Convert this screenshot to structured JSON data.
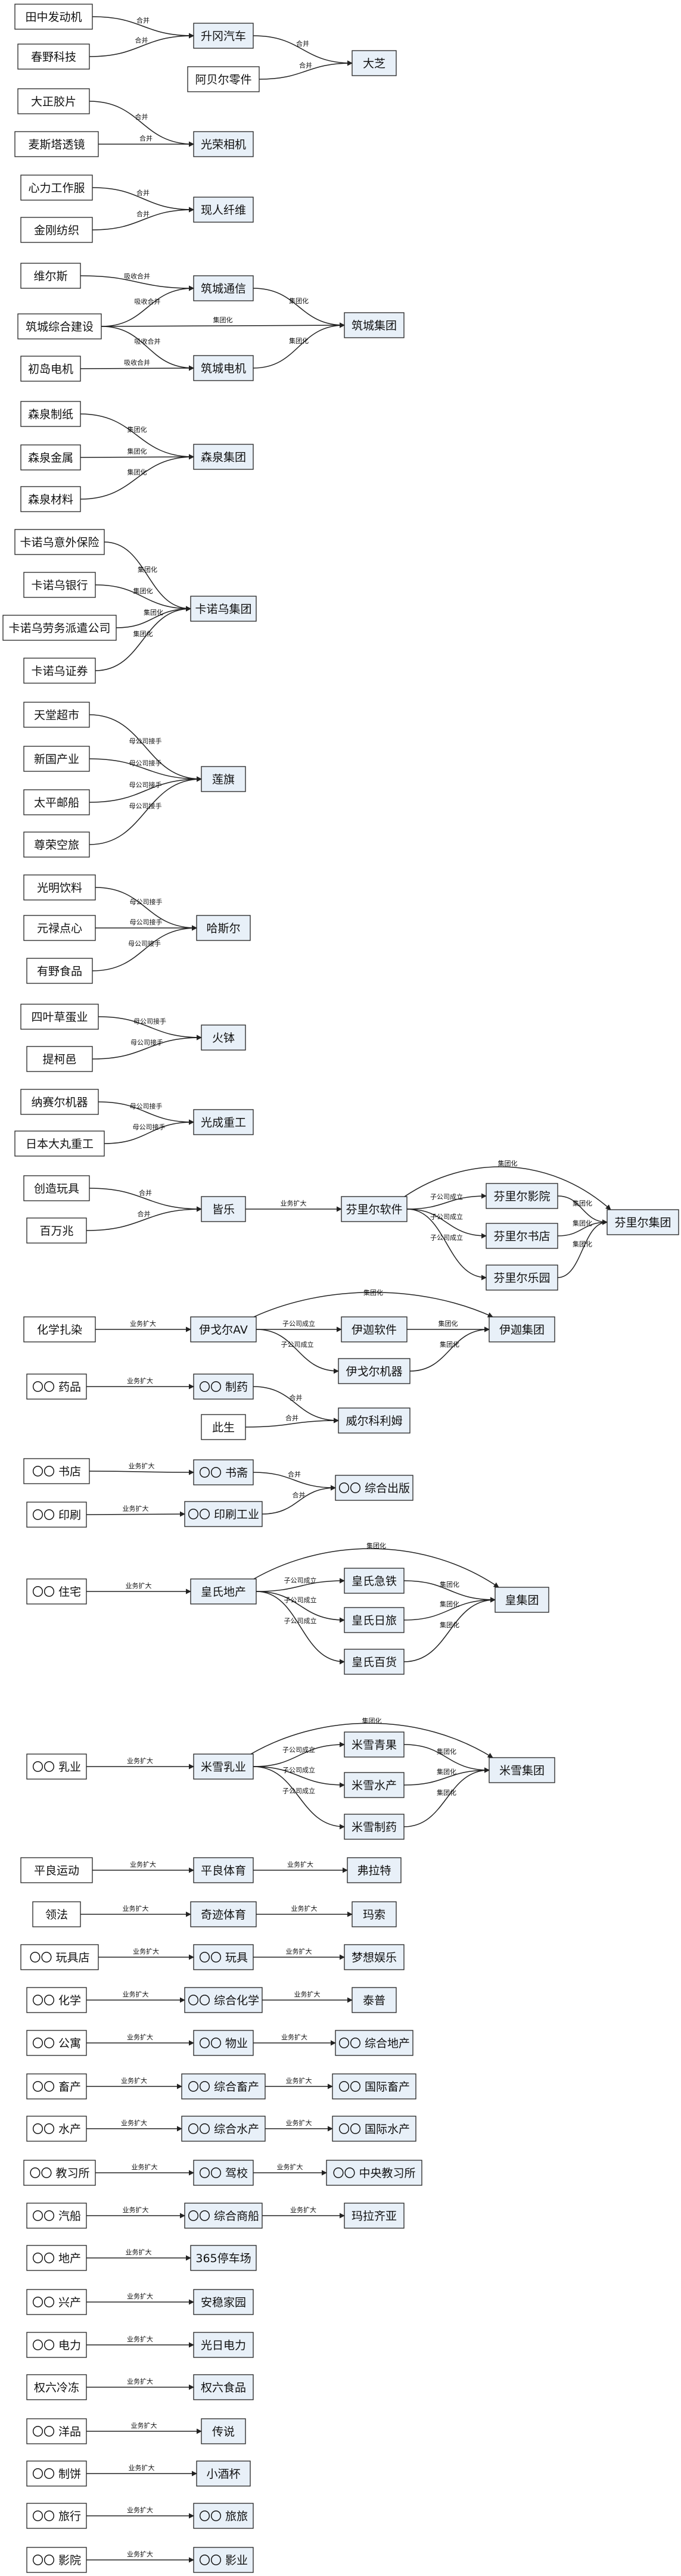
{
  "colors": {
    "result_fill": "#e8f0f8",
    "source_fill": "#ffffff",
    "stroke": "#222222"
  },
  "labels": {
    "merge": "合并",
    "absorb": "吸收合并",
    "group": "集团化",
    "subsidiary": "子公司成立",
    "parent_acq": "母公司接手",
    "expand": "业务扩大"
  },
  "nodes": [
    {
      "id": "tanaka",
      "label": "田中发动机"
    },
    {
      "id": "haruno",
      "label": "春野科技"
    },
    {
      "id": "shoryu",
      "label": "升冈汽车",
      "result": true
    },
    {
      "id": "aberu",
      "label": "阿贝尔零件"
    },
    {
      "id": "daishiba",
      "label": "大芝",
      "result": true
    },
    {
      "id": "taisho",
      "label": "大正胶片"
    },
    {
      "id": "mace",
      "label": "麦斯塔透镜"
    },
    {
      "id": "koei",
      "label": "光荣相机",
      "result": true
    },
    {
      "id": "shinriki",
      "label": "心力工作服"
    },
    {
      "id": "kongo",
      "label": "金刚纺织"
    },
    {
      "id": "genjin",
      "label": "现人纤维",
      "result": true
    },
    {
      "id": "wells",
      "label": "维尔斯"
    },
    {
      "id": "tsukijo_c",
      "label": "筑城综合建设"
    },
    {
      "id": "hatsuma",
      "label": "初岛电机"
    },
    {
      "id": "tsukijo_t",
      "label": "筑城通信",
      "result": true
    },
    {
      "id": "tsukijo_d",
      "label": "筑城电机",
      "result": true
    },
    {
      "id": "tsukijo_g",
      "label": "筑城集团",
      "result": true
    },
    {
      "id": "mori_p",
      "label": "森泉制纸"
    },
    {
      "id": "mori_m",
      "label": "森泉金属"
    },
    {
      "id": "mori_z",
      "label": "森泉材料"
    },
    {
      "id": "mori_g",
      "label": "森泉集团",
      "result": true
    },
    {
      "id": "kanou_i",
      "label": "卡诺乌意外保险"
    },
    {
      "id": "kanou_b",
      "label": "卡诺乌银行"
    },
    {
      "id": "kanou_h",
      "label": "卡诺乌劳务派遣公司"
    },
    {
      "id": "kanou_s",
      "label": "卡诺乌证券"
    },
    {
      "id": "kanou_g",
      "label": "卡诺乌集团",
      "result": true
    },
    {
      "id": "tendo",
      "label": "天堂超市"
    },
    {
      "id": "shinkoku",
      "label": "新国产业"
    },
    {
      "id": "taihei",
      "label": "太平邮船"
    },
    {
      "id": "sonei",
      "label": "尊荣空旅"
    },
    {
      "id": "rengi",
      "label": "莲旗",
      "result": true
    },
    {
      "id": "komei",
      "label": "光明饮料"
    },
    {
      "id": "genroku",
      "label": "元禄点心"
    },
    {
      "id": "arino",
      "label": "有野食品"
    },
    {
      "id": "hasel",
      "label": "哈斯尔",
      "result": true
    },
    {
      "id": "yotsuba",
      "label": "四叶草蛋业"
    },
    {
      "id": "teiri",
      "label": "提柯邑"
    },
    {
      "id": "hibachi",
      "label": "火钵",
      "result": true
    },
    {
      "id": "nasel",
      "label": "纳赛尔机器"
    },
    {
      "id": "nippon",
      "label": "日本大丸重工"
    },
    {
      "id": "kosei",
      "label": "光成重工",
      "result": true
    },
    {
      "id": "sozo",
      "label": "创造玩具"
    },
    {
      "id": "hyakuman",
      "label": "百万兆"
    },
    {
      "id": "kairaku",
      "label": "皆乐",
      "result": true
    },
    {
      "id": "finl_soft",
      "label": "芬里尔软件",
      "result": true
    },
    {
      "id": "finl_eiga",
      "label": "芬里尔影院",
      "result": true
    },
    {
      "id": "finl_book",
      "label": "芬里尔书店",
      "result": true
    },
    {
      "id": "finl_park",
      "label": "芬里尔乐园",
      "result": true
    },
    {
      "id": "finl_g",
      "label": "芬里尔集团",
      "result": true
    },
    {
      "id": "kagaku",
      "label": "化学扎染"
    },
    {
      "id": "igor_av",
      "label": "伊戈尔AV",
      "result": true
    },
    {
      "id": "ijiro_soft",
      "label": "伊迦软件",
      "result": true
    },
    {
      "id": "igor_machine",
      "label": "伊戈尔机器",
      "result": true
    },
    {
      "id": "ijiro_g",
      "label": "伊迦集团",
      "result": true
    },
    {
      "id": "oo_drug",
      "label": "〇〇 药品"
    },
    {
      "id": "oo_seiyaku",
      "label": "〇〇 制药",
      "result": true
    },
    {
      "id": "kono",
      "label": "此生"
    },
    {
      "id": "welkorim",
      "label": "威尔科利姆",
      "result": true
    },
    {
      "id": "oo_shoten",
      "label": "〇〇 书店"
    },
    {
      "id": "oo_insatsu",
      "label": "〇〇 印刷"
    },
    {
      "id": "oo_shobo",
      "label": "〇〇 书斋",
      "result": true
    },
    {
      "id": "oo_insatsu_k",
      "label": "〇〇 印刷工业",
      "result": true
    },
    {
      "id": "oo_pub",
      "label": "〇〇 综合出版",
      "result": true
    },
    {
      "id": "oo_jutaku",
      "label": "〇〇 住宅"
    },
    {
      "id": "ou_land",
      "label": "皇氏地产",
      "result": true
    },
    {
      "id": "ou_rail",
      "label": "皇氏急铁",
      "result": true
    },
    {
      "id": "ou_travel",
      "label": "皇氏日旅",
      "result": true
    },
    {
      "id": "ou_dept",
      "label": "皇氏百货",
      "result": true
    },
    {
      "id": "ou_g",
      "label": "皇集团",
      "result": true
    },
    {
      "id": "oo_milk",
      "label": "〇〇 乳业"
    },
    {
      "id": "mx_milk",
      "label": "米雪乳业",
      "result": true
    },
    {
      "id": "mx_green",
      "label": "米雪青果",
      "result": true
    },
    {
      "id": "mx_water",
      "label": "米雪水产",
      "result": true
    },
    {
      "id": "mx_pharma",
      "label": "米雪制药",
      "result": true
    },
    {
      "id": "mx_g",
      "label": "米雪集团",
      "result": true
    },
    {
      "id": "hirayoshi",
      "label": "平良运动"
    },
    {
      "id": "hira_sports",
      "label": "平良体育",
      "result": true
    },
    {
      "id": "fratt",
      "label": "弗拉特",
      "result": true
    },
    {
      "id": "ryoho",
      "label": "领法"
    },
    {
      "id": "kiseki",
      "label": "奇迹体育",
      "result": true
    },
    {
      "id": "masu",
      "label": "玛索",
      "result": true
    },
    {
      "id": "oo_toy",
      "label": "〇〇 玩具店"
    },
    {
      "id": "oo_toy2",
      "label": "〇〇 玩具",
      "result": true
    },
    {
      "id": "dream",
      "label": "梦想娱乐",
      "result": true
    },
    {
      "id": "oo_chem",
      "label": "〇〇 化学"
    },
    {
      "id": "oo_chem2",
      "label": "〇〇 综合化学",
      "result": true
    },
    {
      "id": "taipu",
      "label": "泰普",
      "result": true
    },
    {
      "id": "oo_apt",
      "label": "〇〇 公寓"
    },
    {
      "id": "oo_prop",
      "label": "〇〇 物业",
      "result": true
    },
    {
      "id": "oo_realty",
      "label": "〇〇 综合地产",
      "result": true
    },
    {
      "id": "oo_livestock",
      "label": "〇〇 畜产"
    },
    {
      "id": "oo_livestock2",
      "label": "〇〇 综合畜产",
      "result": true
    },
    {
      "id": "oo_livestock3",
      "label": "〇〇 国际畜产",
      "result": true
    },
    {
      "id": "oo_aqua",
      "label": "〇〇 水产"
    },
    {
      "id": "oo_aqua2",
      "label": "〇〇 综合水产",
      "result": true
    },
    {
      "id": "oo_aqua3",
      "label": "〇〇 国际水产",
      "result": true
    },
    {
      "id": "oo_drv",
      "label": "〇〇 教习所"
    },
    {
      "id": "oo_drv2",
      "label": "〇〇 驾校",
      "result": true
    },
    {
      "id": "oo_drv3",
      "label": "〇〇 中央教习所",
      "result": true
    },
    {
      "id": "oo_ship",
      "label": "〇〇 汽船"
    },
    {
      "id": "oo_trade",
      "label": "〇〇 综合商船",
      "result": true
    },
    {
      "id": "marco",
      "label": "玛拉齐亚",
      "result": true
    },
    {
      "id": "oo_land",
      "label": "〇〇 地产"
    },
    {
      "id": "p365",
      "label": "365停车场",
      "result": true
    },
    {
      "id": "oo_kosan",
      "label": "〇〇 兴产"
    },
    {
      "id": "anshin",
      "label": "安稳家园",
      "result": true
    },
    {
      "id": "oo_power",
      "label": "〇〇 电力"
    },
    {
      "id": "konichi",
      "label": "光日电力",
      "result": true
    },
    {
      "id": "gonroku",
      "label": "权六冷冻"
    },
    {
      "id": "gonroku2",
      "label": "权六食品",
      "result": true
    },
    {
      "id": "oo_wagashi",
      "label": "〇〇 洋品"
    },
    {
      "id": "densetsu",
      "label": "传说",
      "result": true
    },
    {
      "id": "oo_bread",
      "label": "〇〇 制饼"
    },
    {
      "id": "kosake",
      "label": "小酒杯",
      "result": true
    },
    {
      "id": "oo_tour",
      "label": "〇〇 旅行"
    },
    {
      "id": "oo_tour2",
      "label": "〇〇 旅旅",
      "result": true
    },
    {
      "id": "oo_cinema",
      "label": "〇〇 影院"
    },
    {
      "id": "oo_cinema2",
      "label": "〇〇 影业",
      "result": true
    }
  ],
  "edges": [
    {
      "from": "tanaka",
      "to": "shoryu",
      "label": "合并"
    },
    {
      "from": "haruno",
      "to": "shoryu",
      "label": "合并"
    },
    {
      "from": "shoryu",
      "to": "daishiba",
      "label": "合并"
    },
    {
      "from": "aberu",
      "to": "daishiba",
      "label": "合并"
    },
    {
      "from": "taisho",
      "to": "koei",
      "label": "合并"
    },
    {
      "from": "mace",
      "to": "koei",
      "label": "合并"
    },
    {
      "from": "shinriki",
      "to": "genjin",
      "label": "合并"
    },
    {
      "from": "kongo",
      "to": "genjin",
      "label": "合并"
    },
    {
      "from": "wells",
      "to": "tsukijo_t",
      "label": "吸收合并"
    },
    {
      "from": "tsukijo_c",
      "to": "tsukijo_t",
      "label": "吸收合并"
    },
    {
      "from": "tsukijo_c",
      "to": "tsukijo_g",
      "label": "集团化"
    },
    {
      "from": "tsukijo_c",
      "to": "tsukijo_d",
      "label": "吸收合并"
    },
    {
      "from": "hatsuma",
      "to": "tsukijo_d",
      "label": "吸收合并"
    },
    {
      "from": "tsukijo_t",
      "to": "tsukijo_g",
      "label": "集团化"
    },
    {
      "from": "tsukijo_d",
      "to": "tsukijo_g",
      "label": "集团化"
    },
    {
      "from": "mori_p",
      "to": "mori_g",
      "label": "集团化"
    },
    {
      "from": "mori_m",
      "to": "mori_g",
      "label": "集团化"
    },
    {
      "from": "mori_z",
      "to": "mori_g",
      "label": "集团化"
    },
    {
      "from": "kanou_i",
      "to": "kanou_g",
      "label": "集团化"
    },
    {
      "from": "kanou_b",
      "to": "kanou_g",
      "label": "集团化"
    },
    {
      "from": "kanou_h",
      "to": "kanou_g",
      "label": "集团化"
    },
    {
      "from": "kanou_s",
      "to": "kanou_g",
      "label": "集团化"
    },
    {
      "from": "tendo",
      "to": "rengi",
      "label": "母公司接手"
    },
    {
      "from": "shinkoku",
      "to": "rengi",
      "label": "母公司接手"
    },
    {
      "from": "taihei",
      "to": "rengi",
      "label": "母公司接手"
    },
    {
      "from": "sonei",
      "to": "rengi",
      "label": "母公司接手"
    },
    {
      "from": "komei",
      "to": "hasel",
      "label": "母公司接手"
    },
    {
      "from": "genroku",
      "to": "hasel",
      "label": "母公司接手"
    },
    {
      "from": "arino",
      "to": "hasel",
      "label": "母公司接手"
    },
    {
      "from": "yotsuba",
      "to": "hibachi",
      "label": "母公司接手"
    },
    {
      "from": "teiri",
      "to": "hibachi",
      "label": "母公司接手"
    },
    {
      "from": "nasel",
      "to": "kosei",
      "label": "母公司接手"
    },
    {
      "from": "nippon",
      "to": "kosei",
      "label": "母公司接手"
    },
    {
      "from": "sozo",
      "to": "kairaku",
      "label": "合并"
    },
    {
      "from": "hyakuman",
      "to": "kairaku",
      "label": "合并"
    },
    {
      "from": "kairaku",
      "to": "finl_soft",
      "label": "业务扩大"
    },
    {
      "from": "finl_soft",
      "to": "finl_eiga",
      "label": "子公司成立"
    },
    {
      "from": "finl_soft",
      "to": "finl_book",
      "label": "子公司成立"
    },
    {
      "from": "finl_soft",
      "to": "finl_park",
      "label": "子公司成立"
    },
    {
      "from": "finl_soft",
      "to": "finl_g",
      "label": "集团化",
      "arc": -70
    },
    {
      "from": "finl_eiga",
      "to": "finl_g",
      "label": "集团化"
    },
    {
      "from": "finl_book",
      "to": "finl_g",
      "label": "集团化"
    },
    {
      "from": "finl_park",
      "to": "finl_g",
      "label": "集团化"
    },
    {
      "from": "kagaku",
      "to": "igor_av",
      "label": "业务扩大"
    },
    {
      "from": "igor_av",
      "to": "ijiro_soft",
      "label": "子公司成立"
    },
    {
      "from": "igor_av",
      "to": "igor_machine",
      "label": "子公司成立"
    },
    {
      "from": "igor_av",
      "to": "ijiro_g",
      "label": "集团化",
      "arc": -55
    },
    {
      "from": "ijiro_soft",
      "to": "ijiro_g",
      "label": "集团化"
    },
    {
      "from": "igor_machine",
      "to": "ijiro_g",
      "label": "集团化"
    },
    {
      "from": "oo_drug",
      "to": "oo_seiyaku",
      "label": "业务扩大"
    },
    {
      "from": "oo_seiyaku",
      "to": "welkorim",
      "label": "合并"
    },
    {
      "from": "kono",
      "to": "welkorim",
      "label": "合并"
    },
    {
      "from": "oo_shoten",
      "to": "oo_shobo",
      "label": "业务扩大"
    },
    {
      "from": "oo_insatsu",
      "to": "oo_insatsu_k",
      "label": "业务扩大"
    },
    {
      "from": "oo_shobo",
      "to": "oo_pub",
      "label": "合并"
    },
    {
      "from": "oo_insatsu_k",
      "to": "oo_pub",
      "label": "合并"
    },
    {
      "from": "oo_jutaku",
      "to": "ou_land",
      "label": "业务扩大"
    },
    {
      "from": "ou_land",
      "to": "ou_rail",
      "label": "子公司成立"
    },
    {
      "from": "ou_land",
      "to": "ou_travel",
      "label": "子公司成立"
    },
    {
      "from": "ou_land",
      "to": "ou_dept",
      "label": "子公司成立"
    },
    {
      "from": "ou_land",
      "to": "ou_g",
      "label": "集团化",
      "arc": -70
    },
    {
      "from": "ou_rail",
      "to": "ou_g",
      "label": "集团化"
    },
    {
      "from": "ou_travel",
      "to": "ou_g",
      "label": "集团化"
    },
    {
      "from": "ou_dept",
      "to": "ou_g",
      "label": "集团化"
    },
    {
      "from": "oo_milk",
      "to": "mx_milk",
      "label": "业务扩大"
    },
    {
      "from": "mx_milk",
      "to": "mx_green",
      "label": "子公司成立"
    },
    {
      "from": "mx_milk",
      "to": "mx_water",
      "label": "子公司成立"
    },
    {
      "from": "mx_milk",
      "to": "mx_pharma",
      "label": "子公司成立"
    },
    {
      "from": "mx_milk",
      "to": "mx_g",
      "label": "集团化",
      "arc": -70
    },
    {
      "from": "mx_green",
      "to": "mx_g",
      "label": "集团化"
    },
    {
      "from": "mx_water",
      "to": "mx_g",
      "label": "集团化"
    },
    {
      "from": "mx_pharma",
      "to": "mx_g",
      "label": "集团化"
    },
    {
      "from": "hirayoshi",
      "to": "hira_sports",
      "label": "业务扩大"
    },
    {
      "from": "hira_sports",
      "to": "fratt",
      "label": "业务扩大"
    },
    {
      "from": "ryoho",
      "to": "kiseki",
      "label": "业务扩大"
    },
    {
      "from": "kiseki",
      "to": "masu",
      "label": "业务扩大"
    },
    {
      "from": "oo_toy",
      "to": "oo_toy2",
      "label": "业务扩大"
    },
    {
      "from": "oo_toy2",
      "to": "dream",
      "label": "业务扩大"
    },
    {
      "from": "oo_chem",
      "to": "oo_chem2",
      "label": "业务扩大"
    },
    {
      "from": "oo_chem2",
      "to": "taipu",
      "label": "业务扩大"
    },
    {
      "from": "oo_apt",
      "to": "oo_prop",
      "label": "业务扩大"
    },
    {
      "from": "oo_prop",
      "to": "oo_realty",
      "label": "业务扩大"
    },
    {
      "from": "oo_livestock",
      "to": "oo_livestock2",
      "label": "业务扩大"
    },
    {
      "from": "oo_livestock2",
      "to": "oo_livestock3",
      "label": "业务扩大"
    },
    {
      "from": "oo_aqua",
      "to": "oo_aqua2",
      "label": "业务扩大"
    },
    {
      "from": "oo_aqua2",
      "to": "oo_aqua3",
      "label": "业务扩大"
    },
    {
      "from": "oo_drv",
      "to": "oo_drv2",
      "label": "业务扩大"
    },
    {
      "from": "oo_drv2",
      "to": "oo_drv3",
      "label": "业务扩大"
    },
    {
      "from": "oo_ship",
      "to": "oo_trade",
      "label": "业务扩大"
    },
    {
      "from": "oo_trade",
      "to": "marco",
      "label": "业务扩大"
    },
    {
      "from": "oo_land",
      "to": "p365",
      "label": "业务扩大"
    },
    {
      "from": "oo_kosan",
      "to": "anshin",
      "label": "业务扩大"
    },
    {
      "from": "oo_power",
      "to": "konichi",
      "label": "业务扩大"
    },
    {
      "from": "gonroku",
      "to": "gonroku2",
      "label": "业务扩大"
    },
    {
      "from": "oo_wagashi",
      "to": "densetsu",
      "label": "业务扩大"
    },
    {
      "from": "oo_bread",
      "to": "kosake",
      "label": "业务扩大"
    },
    {
      "from": "oo_tour",
      "to": "oo_tour2",
      "label": "业务扩大"
    },
    {
      "from": "oo_cinema",
      "to": "oo_cinema2",
      "label": "业务扩大"
    }
  ]
}
